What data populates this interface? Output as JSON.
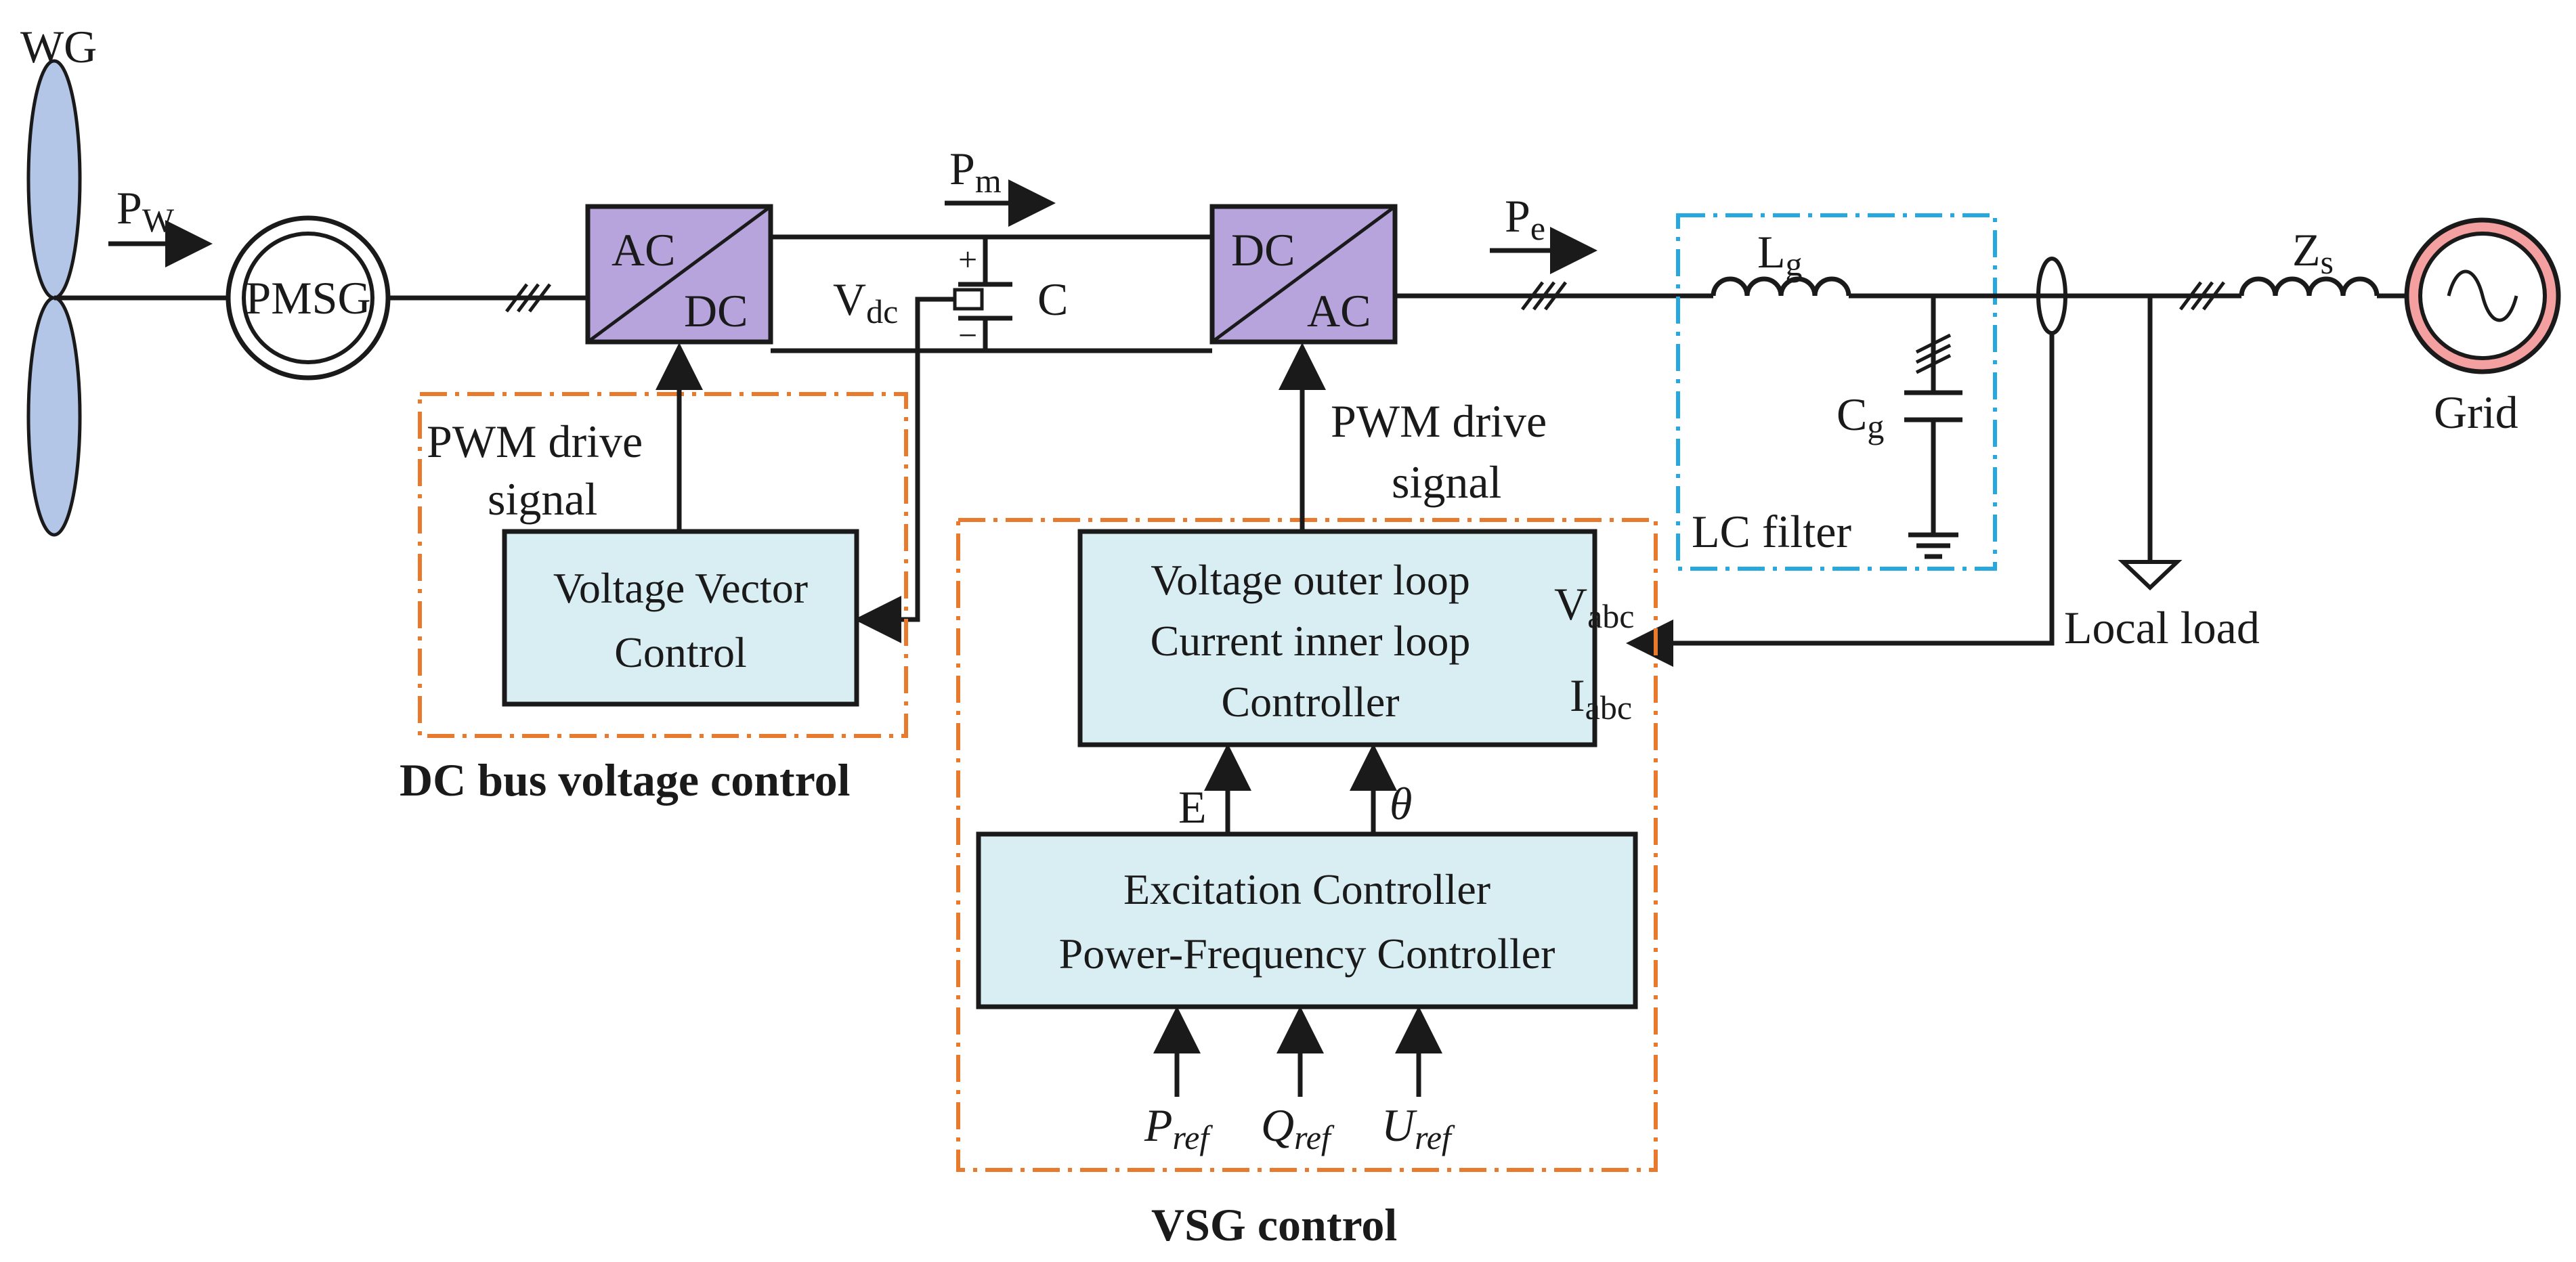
{
  "colors": {
    "blade": "#b3c6e7",
    "converter": "#b8a4dc",
    "control_box": "#d9eef3",
    "dash_orange": "#e87a2d",
    "dash_blue": "#27a9e0",
    "grid_source": "#f4a0a0"
  },
  "turbine": {
    "label": "WG",
    "power": "P",
    "power_sub": "W"
  },
  "generator": {
    "label": "PMSG"
  },
  "rectifier": {
    "top": "AC",
    "bottom": "DC"
  },
  "inverter": {
    "top": "DC",
    "bottom": "AC"
  },
  "dc_link": {
    "pm": "P",
    "pm_sub": "m",
    "vdc": "V",
    "vdc_sub": "dc",
    "cap": "C",
    "plus": "+",
    "minus": "−"
  },
  "pe": {
    "main": "P",
    "sub": "e"
  },
  "lc_filter": {
    "label": "LC filter",
    "lg": "L",
    "lg_sub": "g",
    "cg": "C",
    "cg_sub": "g"
  },
  "grid": {
    "label": "Grid",
    "zs": "Z",
    "zs_sub": "s"
  },
  "local_load": "Local load",
  "dc_control": {
    "pwm_line1": "PWM drive",
    "pwm_line2": "signal",
    "box_line1": "Voltage Vector",
    "box_line2": "Control",
    "title": "DC bus voltage control"
  },
  "vsg_control": {
    "pwm_line1": "PWM drive",
    "pwm_line2": "signal",
    "loop_line1": "Voltage outer loop",
    "loop_line2": "Current inner loop",
    "loop_line3": "Controller",
    "vabc": "V",
    "vabc_sub": "abc",
    "iabc": "I",
    "iabc_sub": "abc",
    "e": "E",
    "theta": "θ",
    "exc_line1": "Excitation Controller",
    "exc_line2": "Power-Frequency Controller",
    "pref": "P",
    "pref_sub": "ref",
    "qref": "Q",
    "qref_sub": "ref",
    "uref": "U",
    "uref_sub": "ref",
    "title": "VSG control"
  }
}
